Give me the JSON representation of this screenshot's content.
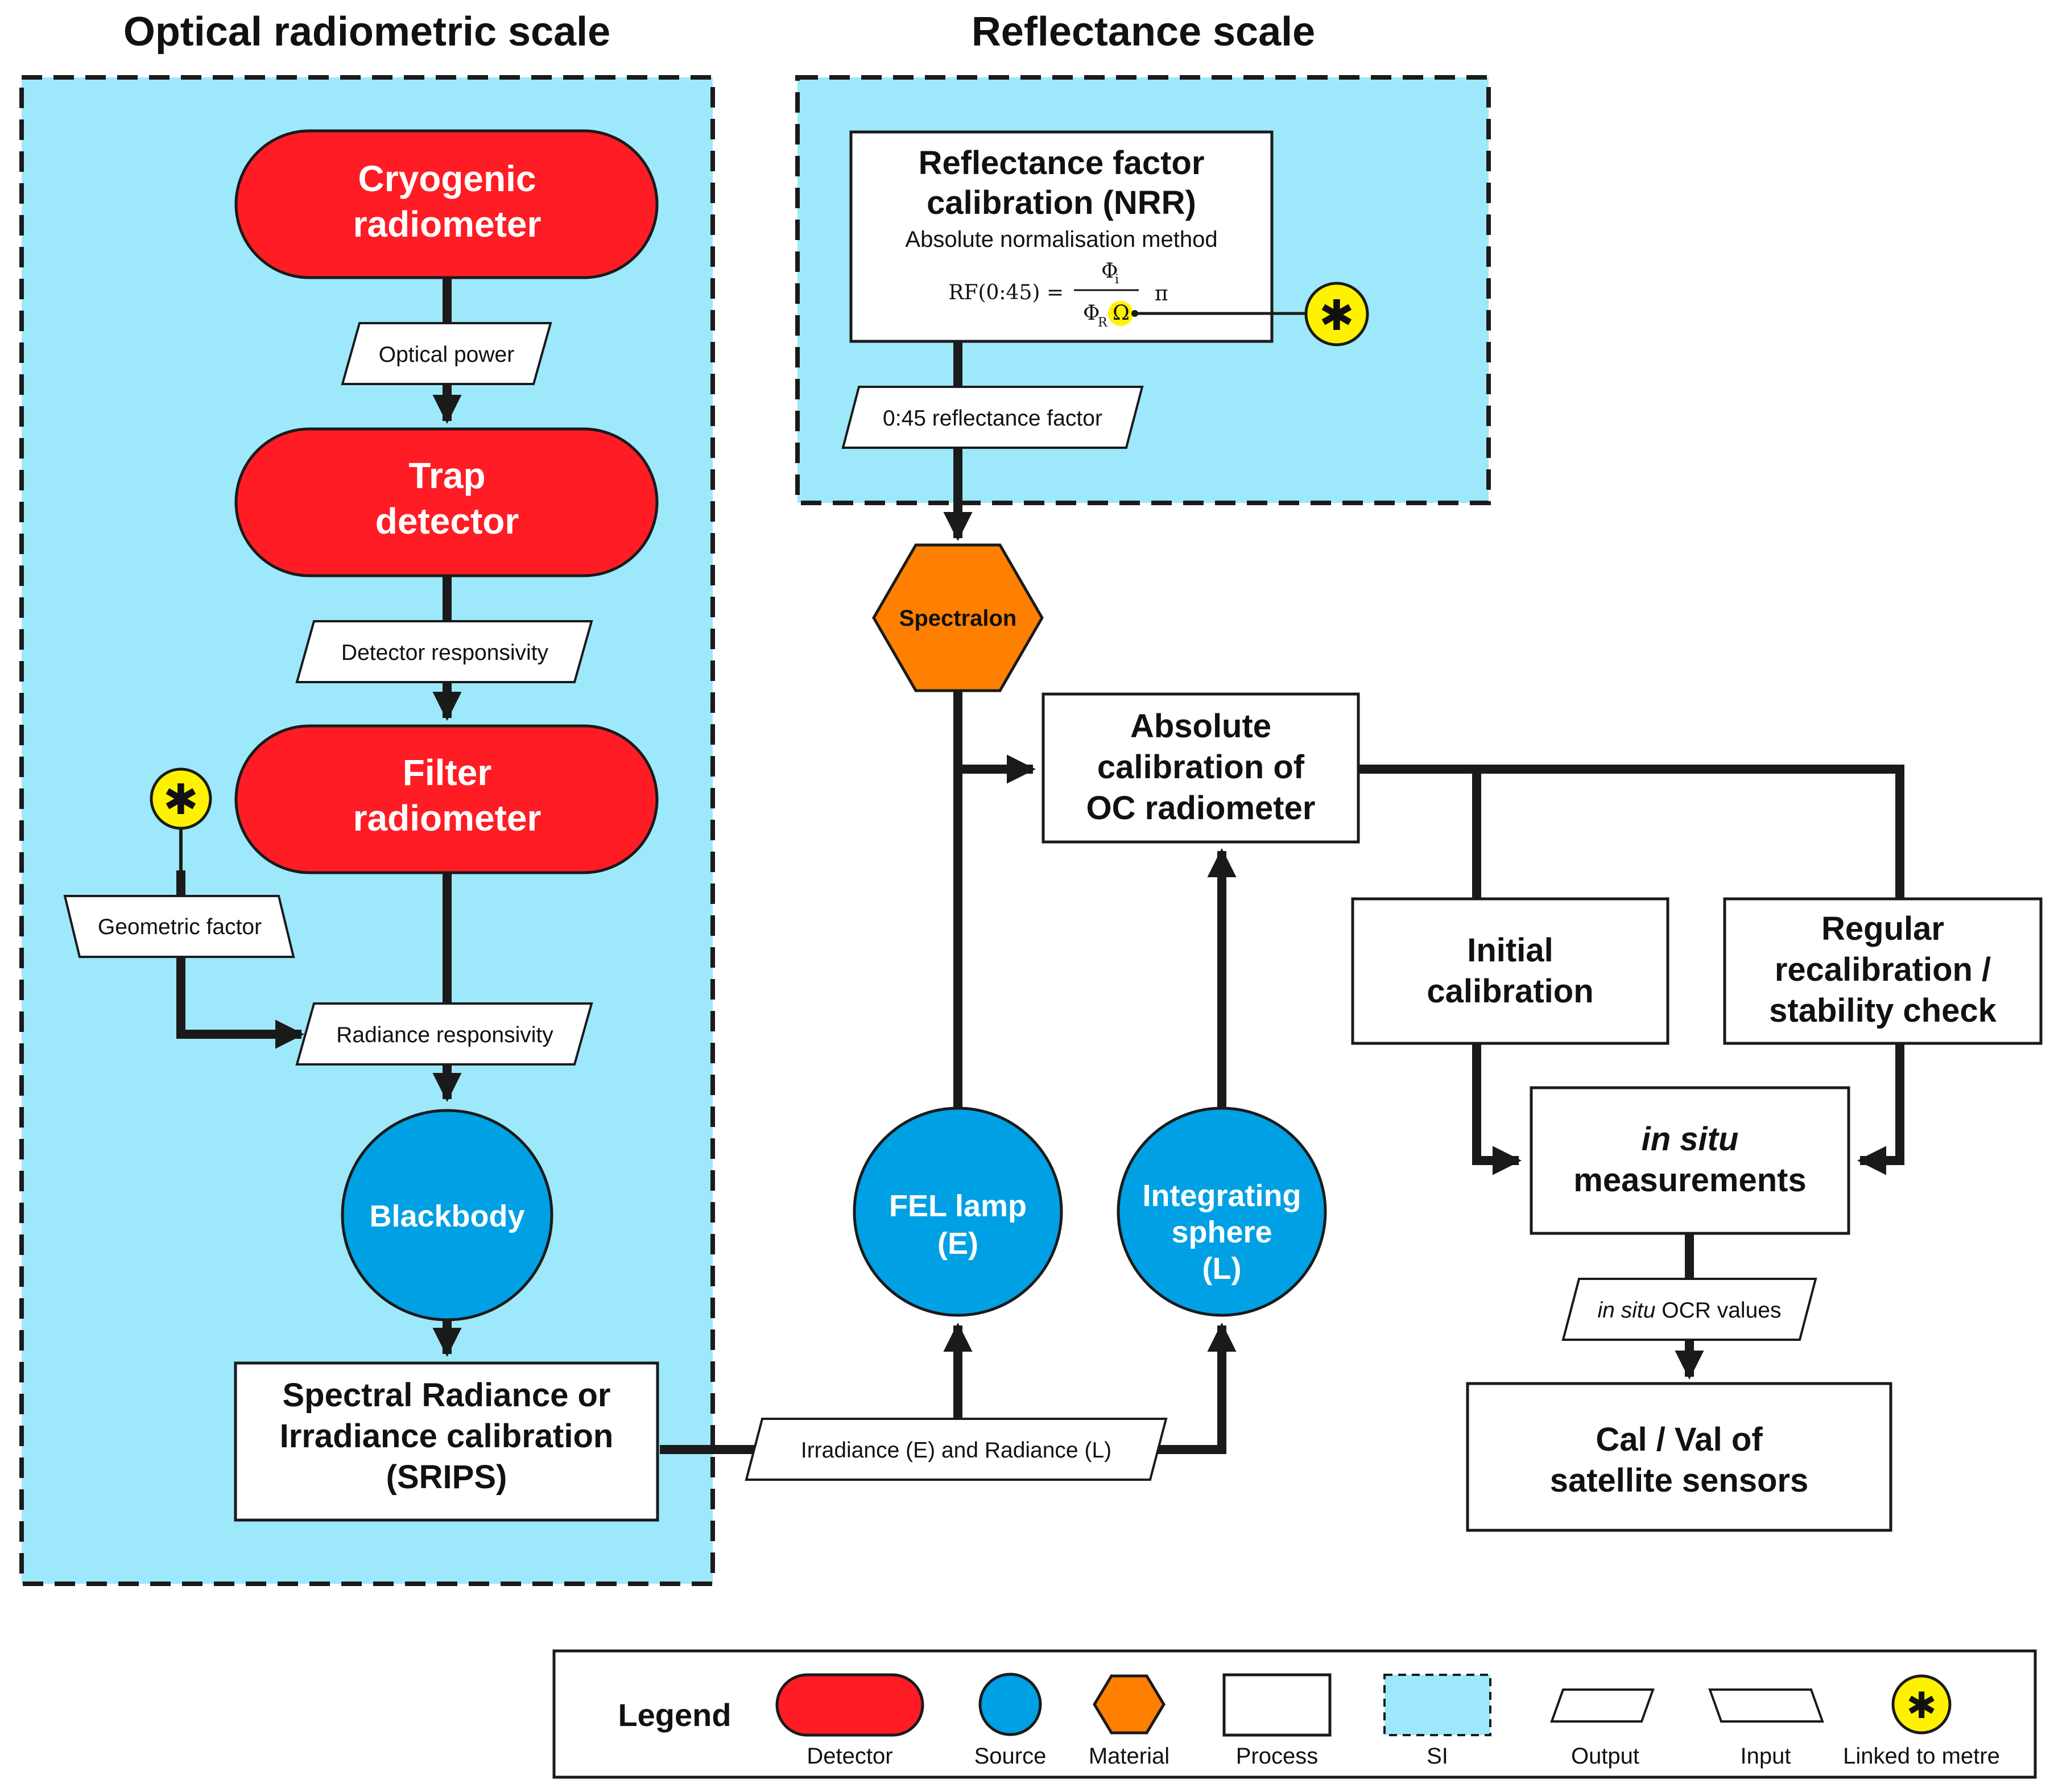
{
  "titles": {
    "optical": "Optical radiometric scale",
    "reflectance": "Reflectance scale"
  },
  "nodes": {
    "cryogenic": [
      "Cryogenic",
      "radiometer"
    ],
    "trap": [
      "Trap",
      "detector"
    ],
    "filter": [
      "Filter",
      "radiometer"
    ],
    "blackbody": "Blackbody",
    "srips": [
      "Spectral Radiance or",
      "Irradiance calibration",
      "(SRIPS)"
    ],
    "nrr": [
      "Reflectance factor",
      "calibration (NRR)"
    ],
    "nrr_sub": "Absolute normalisation method",
    "formula": {
      "lhs": "RF(0:45) =",
      "num": "Φ",
      "num_sub": "i",
      "den": "Φ",
      "den_sub": "R",
      "omega": "Ω",
      "pi": "π"
    },
    "spectralon": "Spectralon",
    "absolute": [
      "Absolute",
      "calibration of",
      "OC radiometer"
    ],
    "fel": [
      "FEL lamp",
      "(E)"
    ],
    "sphere": [
      "Integrating",
      "sphere",
      "(L)"
    ],
    "initial": [
      "Initial",
      "calibration"
    ],
    "regular": [
      "Regular",
      "recalibration /",
      "stability check"
    ],
    "insitu": [
      "in situ",
      "measurements"
    ],
    "calval": [
      "Cal / Val of",
      "satellite sensors"
    ]
  },
  "params": {
    "optical_power": "Optical power",
    "detector_resp": "Detector responsivity",
    "geometric": "Geometric factor",
    "radiance_resp": "Radiance responsivity",
    "reflectance_factor": "0:45 reflectance factor",
    "irr_rad": "Irradiance (E) and Radiance (L)",
    "ocr_italic": "in situ",
    "ocr_rest": " OCR values"
  },
  "star_symbol": "✱",
  "legend": {
    "title": "Legend",
    "items": [
      "Detector",
      "Source",
      "Material",
      "Process",
      "SI",
      "Output",
      "Input",
      "Linked to metre"
    ]
  },
  "colors": {
    "detector": "#ff1c24",
    "source": "#00a0e4",
    "material": "#ff8000",
    "si_region": "#9de8fa",
    "metre": "#fff200"
  }
}
